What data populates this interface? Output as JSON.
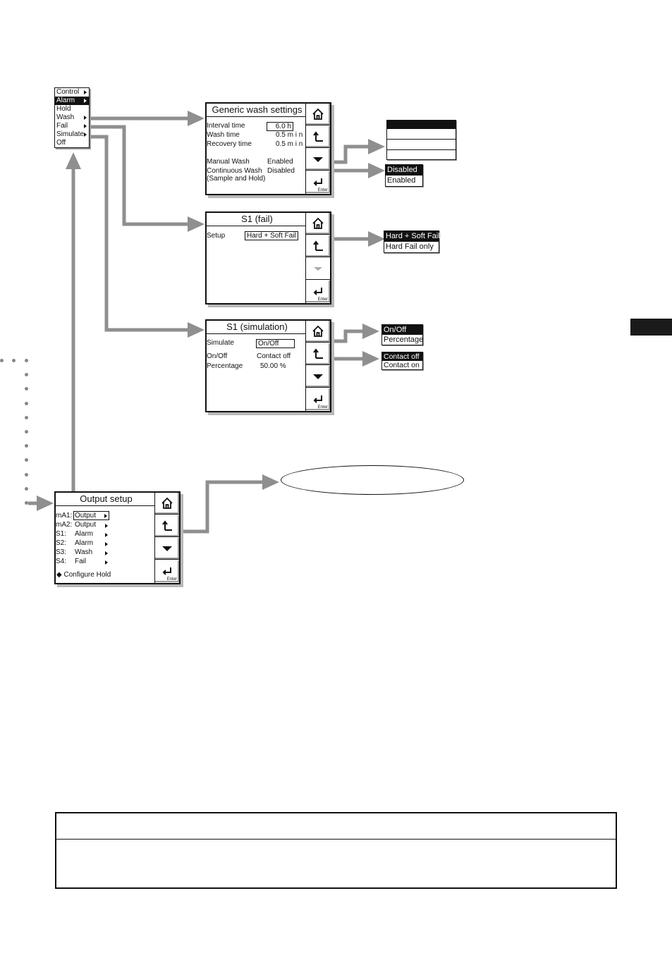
{
  "colors": {
    "arrow": "#8f8f8f",
    "ink": "#111111",
    "shadow": "#b8b8b8"
  },
  "main_menu": {
    "items": [
      {
        "label": "Control",
        "arrow": true,
        "selected": false
      },
      {
        "label": "Alarm",
        "arrow": true,
        "selected": true
      },
      {
        "label": "Hold",
        "arrow": false,
        "selected": false
      },
      {
        "label": "Wash",
        "arrow": true,
        "selected": false
      },
      {
        "label": "Fail",
        "arrow": true,
        "selected": false
      },
      {
        "label": "Simulate",
        "arrow": true,
        "selected": false
      },
      {
        "label": "Off",
        "arrow": false,
        "selected": false
      }
    ]
  },
  "wash_screen": {
    "title": "Generic wash settings",
    "interval_label": "Interval time",
    "interval_value": "6.0 h",
    "wash_label": "Wash time",
    "wash_value": "0.5 m i n",
    "recovery_label": "Recovery time",
    "recovery_value": "0.5 m i n",
    "manual_label": "Manual Wash",
    "manual_value": "Enabled",
    "continuous_label": "Continuous Wash",
    "continuous_value": "Disabled",
    "sample_hold_label": "(Sample and Hold)"
  },
  "wash_enable_options": [
    "Disabled",
    "Enabled"
  ],
  "fail_screen": {
    "title": "S1 (fail)",
    "setup_label": "Setup",
    "setup_value": "Hard + Soft Fail"
  },
  "fail_options": [
    "Hard + Soft Fail",
    "Hard Fail only"
  ],
  "sim_screen": {
    "title": "S1 (simulation)",
    "simulate_label": "Simulate",
    "simulate_value": "On/Off",
    "onoff_label": "On/Off",
    "onoff_value": "Contact off",
    "percentage_label": "Percentage",
    "percentage_value": "50.00 %"
  },
  "sim_mode_options": [
    "On/Off",
    "Percentage"
  ],
  "contact_options": [
    "Contact off",
    "Contact on"
  ],
  "output_screen": {
    "title": "Output setup",
    "rows": [
      {
        "label": "mA1:",
        "value": "Output"
      },
      {
        "label": "mA2:",
        "value": "Output"
      },
      {
        "label": "S1:",
        "value": "Alarm"
      },
      {
        "label": "S2:",
        "value": "Alarm"
      },
      {
        "label": "S3:",
        "value": "Wash"
      },
      {
        "label": "S4:",
        "value": "Fail"
      }
    ],
    "configure_hold": "◆ Configure Hold"
  },
  "enter_label": "Enter"
}
